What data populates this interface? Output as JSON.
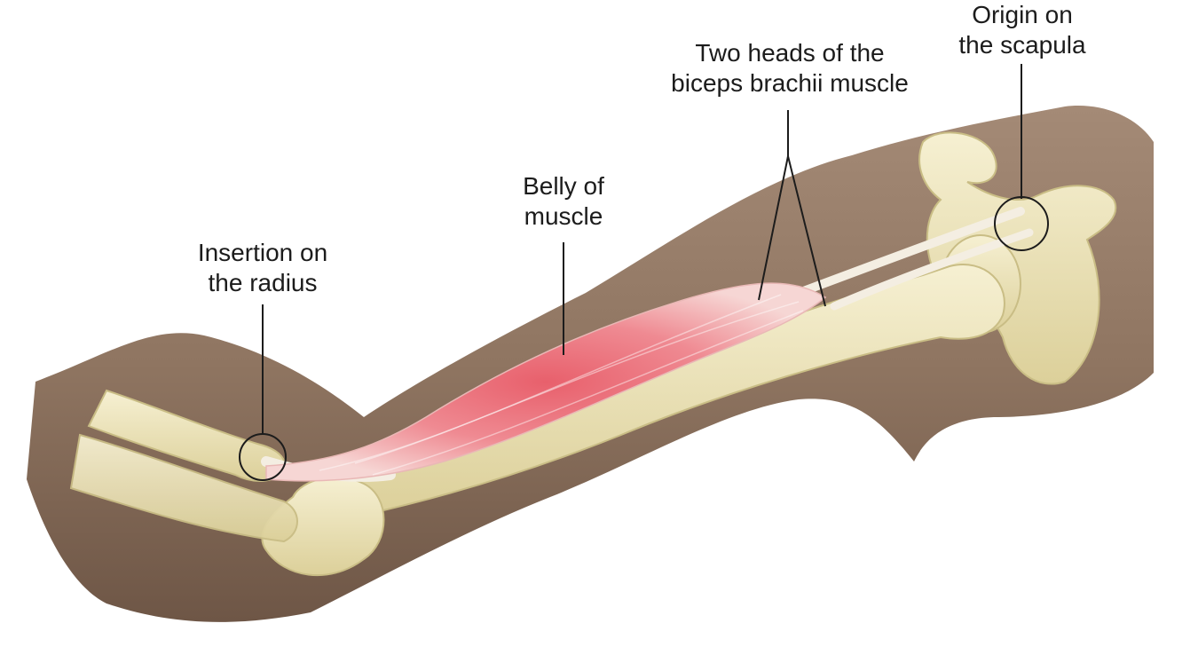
{
  "labels": {
    "origin": {
      "line1": "Origin on",
      "line2": "the scapula"
    },
    "heads": {
      "line1": "Two heads of the",
      "line2": "biceps brachii muscle"
    },
    "belly": {
      "line1": "Belly of",
      "line2": "muscle"
    },
    "insertion": {
      "line1": "Insertion on",
      "line2": "the radius"
    }
  },
  "colors": {
    "skin": "#8f7561",
    "skin_light": "#c8b2a0",
    "bone": "#efe7c0",
    "bone_shadow": "#cbbf86",
    "muscle_core": "#e8606c",
    "tendon": "#f7f3ea",
    "leader_line": "#1c1c1c"
  }
}
